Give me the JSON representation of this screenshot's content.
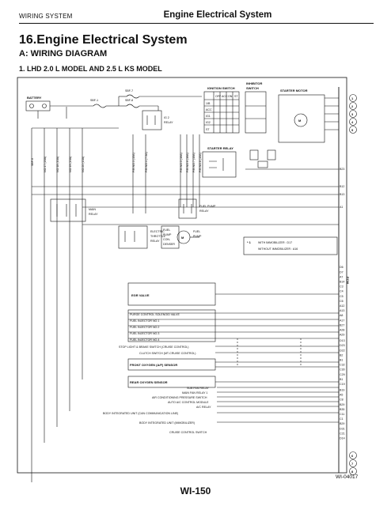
{
  "header": {
    "section": "WIRING SYSTEM",
    "title": "Engine Electrical System"
  },
  "heading": {
    "section_title": "16.Engine Electrical System",
    "subsection": "A:  WIRING DIAGRAM",
    "item": "1.  LHD 2.0 L MODEL AND 2.5 L KS MODEL"
  },
  "diagram": {
    "battery": "BATTERY",
    "sbf1": "SBF-1",
    "sbf7": "SBF-7",
    "sbf8": "SBF-8",
    "ig2_relay": "IG 2\nRELAY",
    "ignition_switch": "IGNITION SWITCH",
    "ig_cols": [
      "OFF",
      "ACC",
      "ON",
      "ST"
    ],
    "ig_rows": [
      "1/B",
      "ACC",
      "IG1",
      "IG2",
      "ST"
    ],
    "inhibitor_switch": "INHIBITOR\nSWITCH",
    "starter_motor": "STARTER MOTOR",
    "starter_relay": "STARTER RELAY",
    "main_relay": "MAIN\nRELAY",
    "fuel_pump_relay": "FUEL PUMP\nRELAY",
    "electric_throttle_relay": "ELECTRIC\nTHROTTLE\nRELAY",
    "fuel_pump_condenser": "FUEL\nPUMP\nCON-\nDENSER",
    "fuel_pump": "FUEL\nPUMP",
    "immobilizer_note": "WITH IMMOBILIZER   : D17",
    "immobilizer_note2": "WITHOUT IMMOBILIZER : A16",
    "immobilizer_mark": "* 1",
    "ecm": "ECM",
    "fuses_left": [
      "SBF-6",
      "NO.17 (20A)",
      "NO.18 (10A)",
      "NO.19 (15A)",
      "NO.20 (15A)"
    ],
    "fuses_mid": [
      "F/B NO.3 (15A)",
      "F/B NO.4 (7.5A)"
    ],
    "fuses_right": [
      "F/B NO.5 (10A)",
      "F/B NO.6 (10A)",
      "F/B NO.7 (15A)",
      "F/B NO.8 (15A)"
    ],
    "components": [
      "EGR VALVE",
      "PURGE CONTROL SOLENOID VALVE",
      "FUEL INJECTOR NO.1",
      "FUEL INJECTOR NO.2",
      "FUEL INJECTOR NO.3",
      "FUEL INJECTOR NO.4",
      "STOP LIGHT & BRAKE SWITCH (CRUISE CONTROL)",
      "CLUTCH SWITCH (MT-CRUISE CONTROL)",
      "FRONT OXYGEN (A/F) SENSOR",
      "REAR OXYGEN SENSOR",
      "SUB FAN RELAY",
      "MAIN FAN RELAY 1",
      "AIR CONDITIONING PRESSURE SWITCH",
      "AUTO A/C CONTROL MODULE",
      "A/C RELAY",
      "BODY INTEGRATED UNIT (CAN COMMUNICATION LINE)",
      "BODY INTEGRATED UNIT (IMMOBILIZER)",
      "CRUISE CONTROL SWITCH"
    ],
    "ecm_pins": [
      "B23",
      "B12",
      "B13",
      "A1",
      "D6",
      "D7",
      "A7",
      "B14",
      "C3",
      "C4",
      "C5",
      "C6",
      "A12",
      "A13",
      "A8",
      "A17",
      "B27",
      "A28",
      "A29",
      "D13",
      "D23",
      "D22",
      "B2",
      "B1",
      "C32",
      "C30",
      "C29",
      "B1",
      "C19",
      "B19",
      "A5",
      "C8",
      "B29",
      "B35",
      "C11",
      "C1",
      "B29",
      "D31",
      "C21",
      "D14"
    ],
    "connectors_top": [
      "1",
      "2",
      "3",
      "4",
      "5"
    ],
    "connectors_bottom": [
      "6",
      "7",
      "8"
    ]
  },
  "figure_id": "WI-04017",
  "page_number": "WI-150"
}
